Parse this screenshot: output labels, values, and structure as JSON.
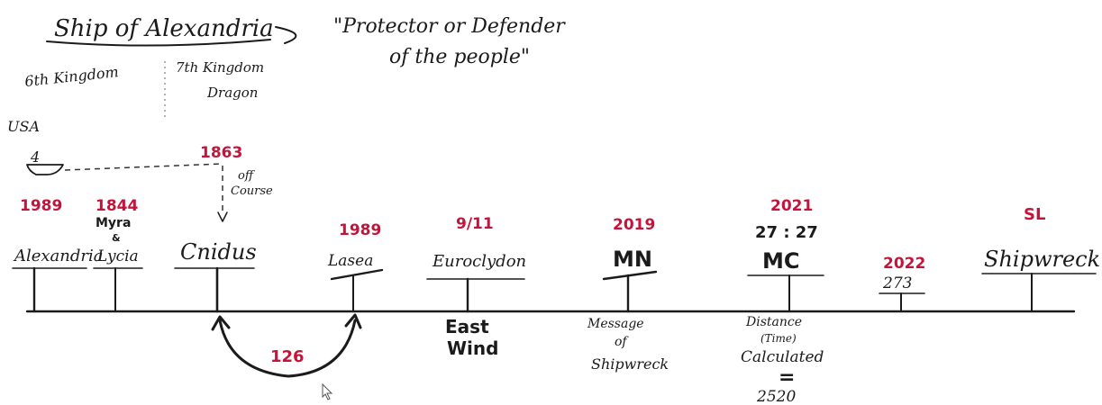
{
  "header": {
    "title": "Ship of Alexandria",
    "quote_line1": "\"Protector or Defender",
    "quote_line2": "of the people\"",
    "kingdom6": "6th Kingdom",
    "kingdom7": "7th Kingdom",
    "kingdom7_sub": "Dragon",
    "usa": "USA",
    "ship_number": "4"
  },
  "top_note": {
    "year": "1863",
    "off": "off",
    "course": "Course"
  },
  "timeline": {
    "stops": [
      {
        "year": "1989",
        "name": "Alexandria"
      },
      {
        "year": "1844",
        "name_line1": "Myra",
        "name_line2": "&",
        "name_line3": "Lycia"
      },
      {
        "name": "Cnidus"
      },
      {
        "year": "1989",
        "name": "Lasea"
      },
      {
        "year": "9/11",
        "name": "Euroclydon",
        "below_line1": "East",
        "below_line2": "Wind"
      },
      {
        "year": "2019",
        "name": "MN",
        "below_line1": "Message",
        "below_line2": "of",
        "below_line3": "Shipwreck"
      },
      {
        "year": "2021",
        "sub": "27 : 27",
        "name": "MC",
        "below_line1": "Distance",
        "below_line2": "(Time)",
        "below_line3": "Calculated",
        "below_line4": "=",
        "below_line5": "2520"
      },
      {
        "year": "2022",
        "name": "273"
      },
      {
        "year": "SL",
        "name": "Shipwreck"
      }
    ],
    "span_label": "126"
  },
  "colors": {
    "ink": "#1b1b1b",
    "accent": "#c4143c",
    "background": "#ffffff"
  }
}
